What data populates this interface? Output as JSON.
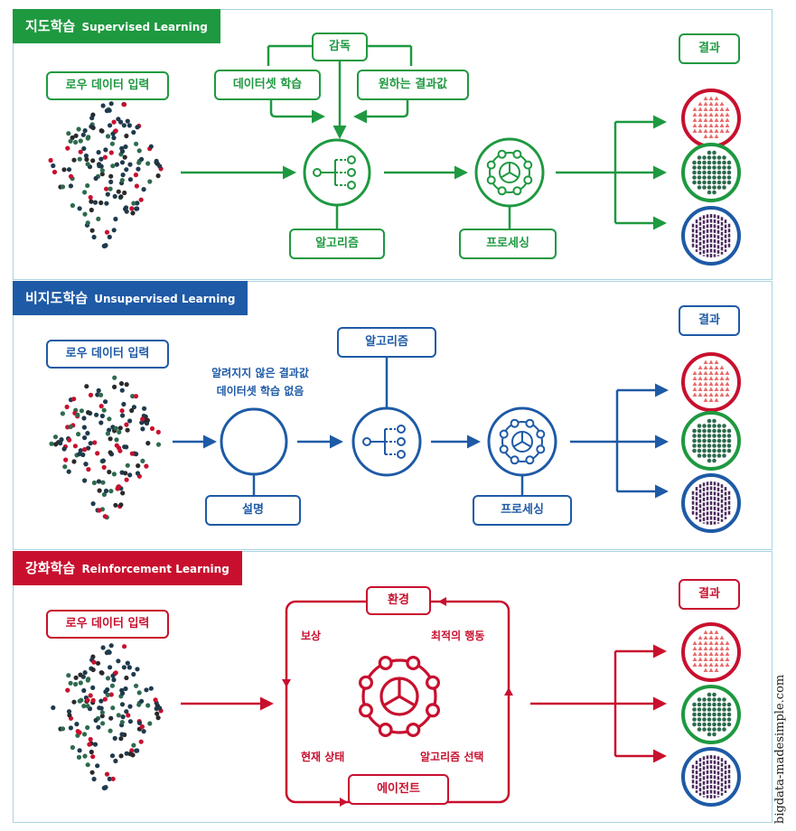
{
  "colors": {
    "supervised": "#1e9940",
    "unsupervised": "#1e5aa6",
    "reinforcement": "#c8102e",
    "pink": "#e96a6a",
    "green_dots": "#2e6b4e",
    "purple_dots": "#4c2a5e"
  },
  "sections": {
    "supervised": {
      "title_ko": "지도학습",
      "title_en": "Supervised Learning",
      "input_label": "로우 데이터 입력",
      "supervision_label": "감독",
      "dataset_label": "데이터셋 학습",
      "desired_label": "원하는 결과값",
      "algorithm_label": "알고리즘",
      "processing_label": "프로세싱",
      "result_label": "결과",
      "icons": [
        "algorithm-icon",
        "processing-icon"
      ]
    },
    "unsupervised": {
      "title_ko": "비지도학습",
      "title_en": "Unsupervised Learning",
      "input_label": "로우 데이터 입력",
      "unknown_line1": "알려지지 않은 결과값",
      "unknown_line2": "데이터셋 학습 없음",
      "explain_label": "설명",
      "algorithm_label": "알고리즘",
      "processing_label": "프로세싱",
      "result_label": "결과",
      "icons": [
        "empty-circle-icon",
        "algorithm-icon",
        "processing-icon"
      ]
    },
    "reinforcement": {
      "title_ko": "강화학습",
      "title_en": "Reinforcement Learning",
      "input_label": "로우 데이터 입력",
      "environment_label": "환경",
      "reward_label": "보상",
      "optimal_action_label": "최적의 행동",
      "current_state_label": "현재 상태",
      "algorithm_select_label": "알고리즘 선택",
      "agent_label": "에이전트",
      "result_label": "결과",
      "icons": [
        "processing-gear-icon"
      ]
    }
  },
  "result_icons": [
    "pink-triangle-cluster-icon",
    "green-dot-cluster-icon",
    "purple-bar-cluster-icon"
  ],
  "credit": "bigdata-madesimple.com"
}
